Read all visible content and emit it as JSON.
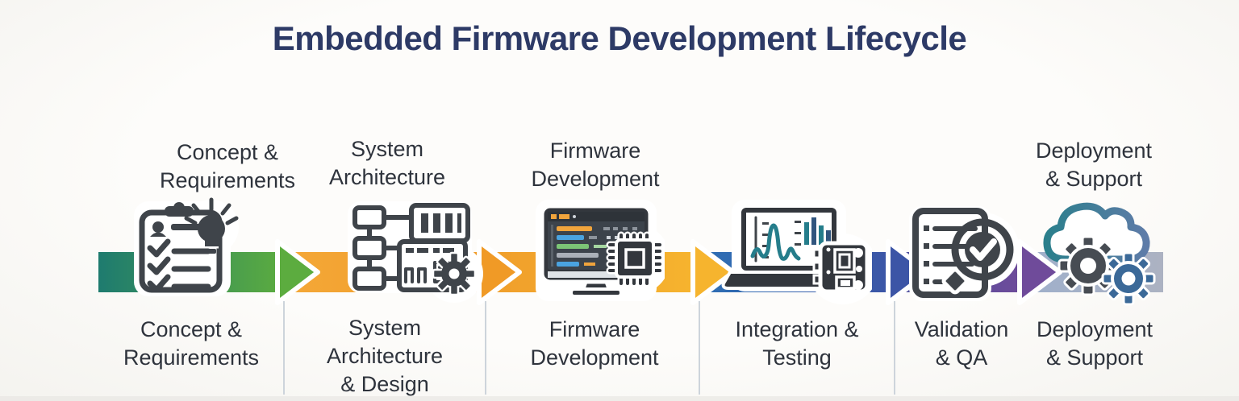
{
  "title": "Embedded Firmware Development Lifecycle",
  "colors": {
    "title": "#2D3A66",
    "text": "#2E333C",
    "divider": "#CDD4DB",
    "sticker": "#FFFFFF",
    "ink": "#3F444A",
    "screen_frame": "#33373D",
    "screen_bg": "#3C434B",
    "screen_topbar": "#2E3339",
    "bezel": "#DFE3E7",
    "code_orange": "#F0A43C",
    "code_green": "#7CC576",
    "code_blue": "#4AA3E0",
    "code_gray": "#AAB0B8",
    "wave_teal": "#257D8B",
    "bar_navy": "#31557E",
    "cloud_teal": "#2B7F8C",
    "cloud_blue": "#5E7CA8",
    "gear_dark": "#474C53",
    "gear_blue": "#3B6998",
    "stage1_from": "#1E7B6F",
    "stage1_to": "#5CAC3F",
    "stage2_from": "#F4A838",
    "stage2_to": "#F09A26",
    "stage3_from": "#F09E2B",
    "stage3_to": "#F6B42E",
    "stage4_from": "#2E6FB4",
    "stage4_to": "#3C55A6",
    "stage5_from": "#4C519F",
    "stage5_to": "#6F4B9A",
    "stage6_from": "#9FB0CB",
    "stage6_to": "#ACB2C2"
  },
  "stages": [
    {
      "id": "concept-requirements",
      "icon_name": "clipboard-checklist-lightbulb-icon",
      "top_lines": [
        "Concept &",
        "Requirements"
      ],
      "bottom_lines": [
        "Concept &",
        "Requirements"
      ]
    },
    {
      "id": "system-architecture-design",
      "icon_name": "flowchart-modules-gear-icon",
      "top_lines": [
        "System",
        "Architecture"
      ],
      "bottom_lines": [
        "System",
        "Architecture",
        "& Design"
      ]
    },
    {
      "id": "firmware-development",
      "icon_name": "code-monitor-microchip-icon",
      "top_lines": [
        "Firmware",
        "Development"
      ],
      "bottom_lines": [
        "Firmware",
        "Development"
      ]
    },
    {
      "id": "integration-testing",
      "icon_name": "laptop-waveform-pcb-icon",
      "top_lines": [],
      "bottom_lines": [
        "Integration &",
        "Testing"
      ]
    },
    {
      "id": "validation-qa",
      "icon_name": "checklist-magnifier-check-icon",
      "top_lines": [],
      "bottom_lines": [
        "Validation",
        "& QA"
      ]
    },
    {
      "id": "deployment-support",
      "icon_name": "cloud-gears-icon",
      "top_lines": [
        "Deployment",
        "& Support"
      ],
      "bottom_lines": [
        "Deployment",
        "& Support"
      ]
    }
  ]
}
